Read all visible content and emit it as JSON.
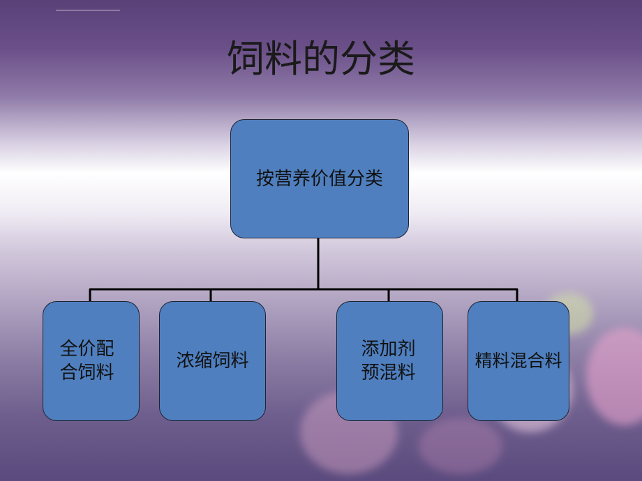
{
  "title": "饲料的分类",
  "root": {
    "label": "按营养价值分类"
  },
  "children": [
    {
      "label": "全价配合饲料"
    },
    {
      "label": "浓缩饲料"
    },
    {
      "label": "添加剂预混料"
    },
    {
      "label": "精料混合料"
    }
  ],
  "colors": {
    "node_fill": "#4f7fbf",
    "node_border": "#1b2233",
    "connector": "#000000"
  }
}
